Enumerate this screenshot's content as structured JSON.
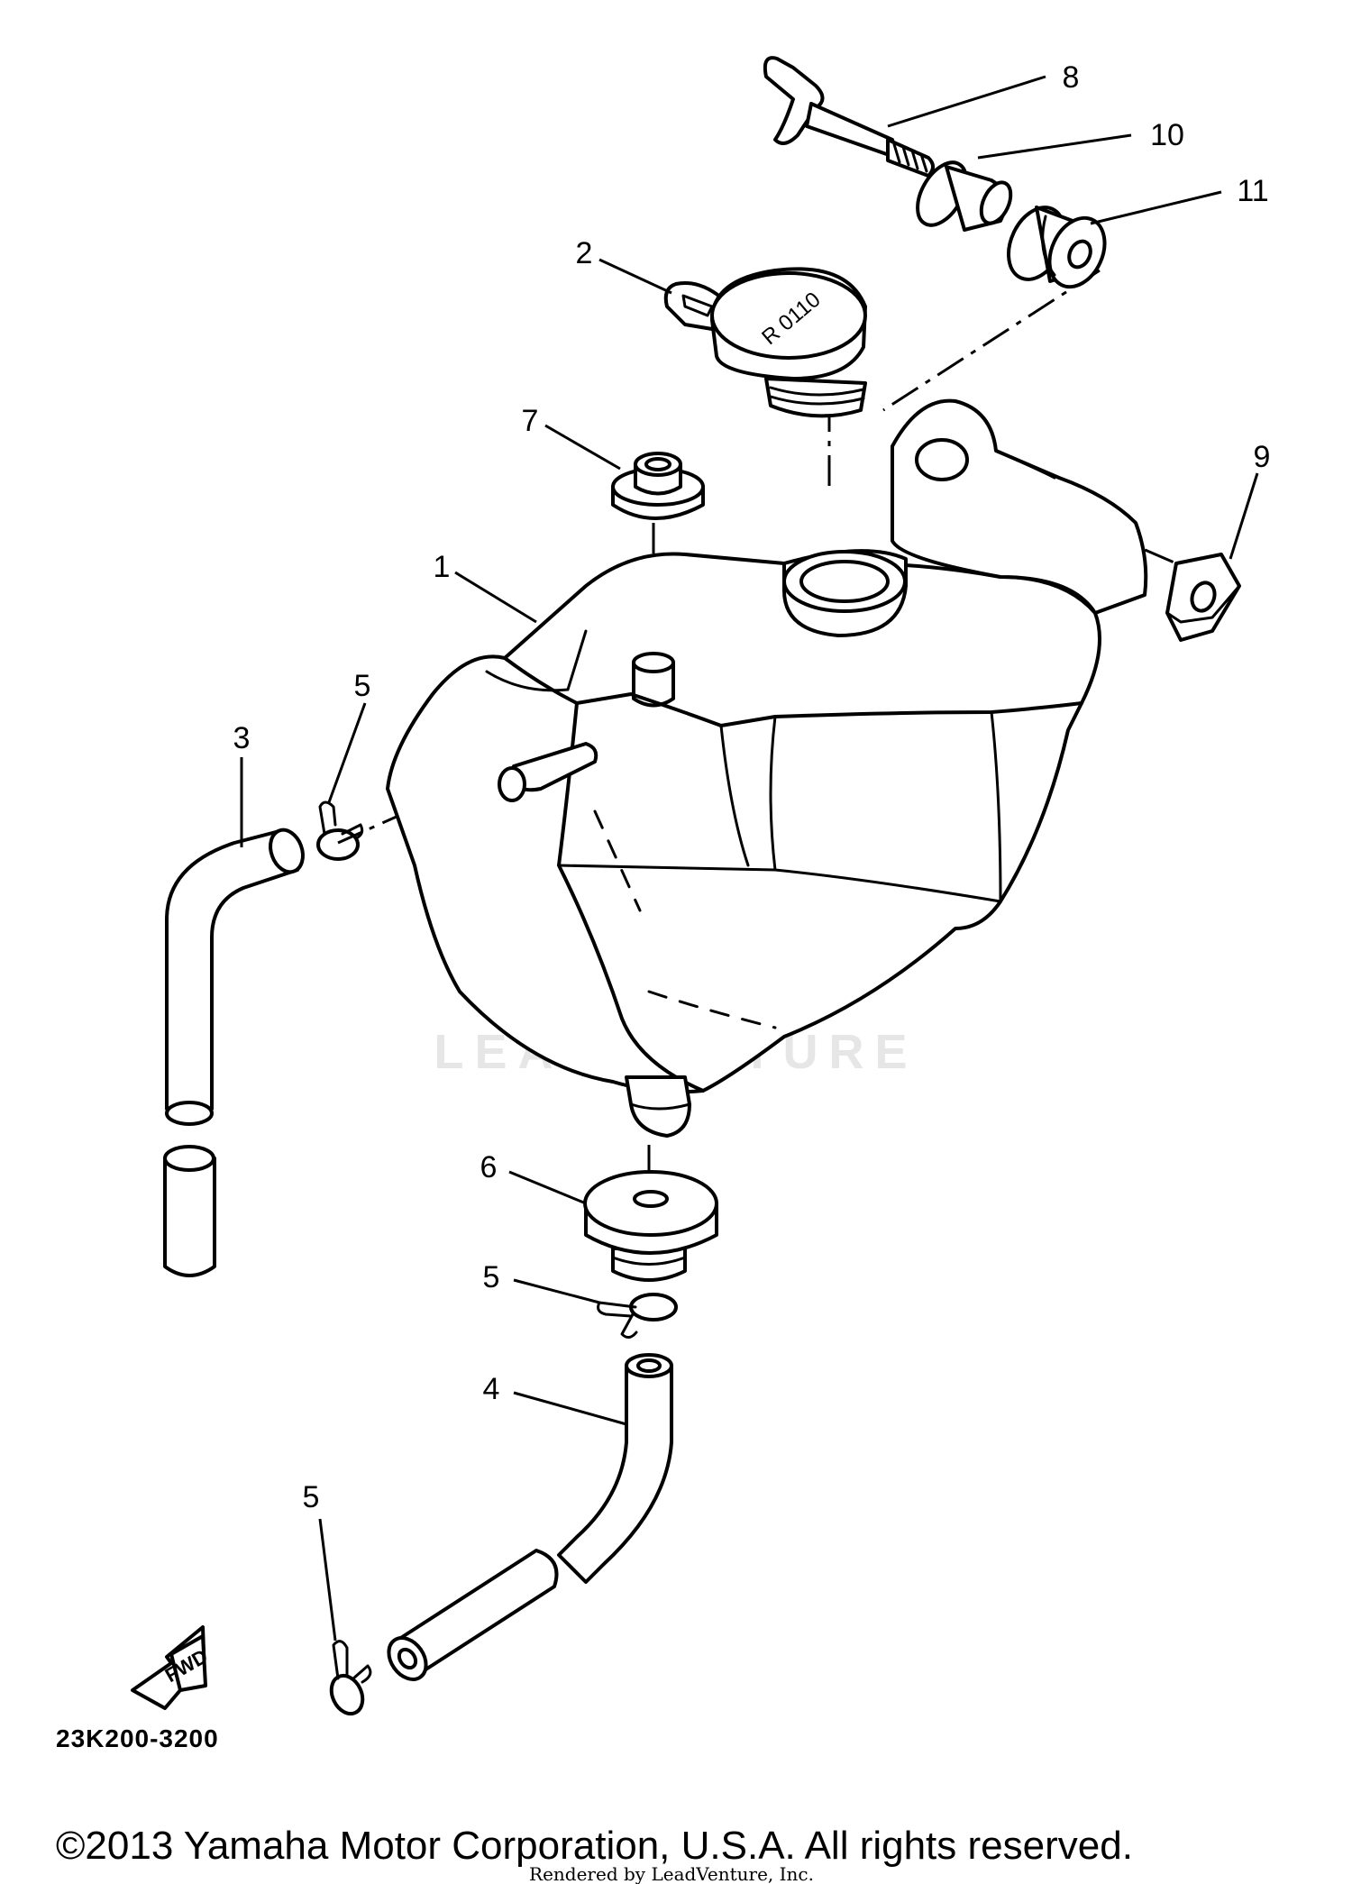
{
  "callouts": {
    "c1": "1",
    "c2": "2",
    "c3": "3",
    "c4": "4",
    "c5a": "5",
    "c5b": "5",
    "c5c": "5",
    "c6": "6",
    "c7": "7",
    "c8": "8",
    "c9": "9",
    "c10": "10",
    "c11": "11"
  },
  "cap_marking": "R 0110",
  "fwd_label": "FWD",
  "diagram_code": "23K200-3200",
  "watermark": "LEADVENTURE",
  "copyright": "©2013 Yamaha Motor Corporation, U.S.A. All rights reserved.",
  "rendered_by": "Rendered by LeadVenture, Inc."
}
